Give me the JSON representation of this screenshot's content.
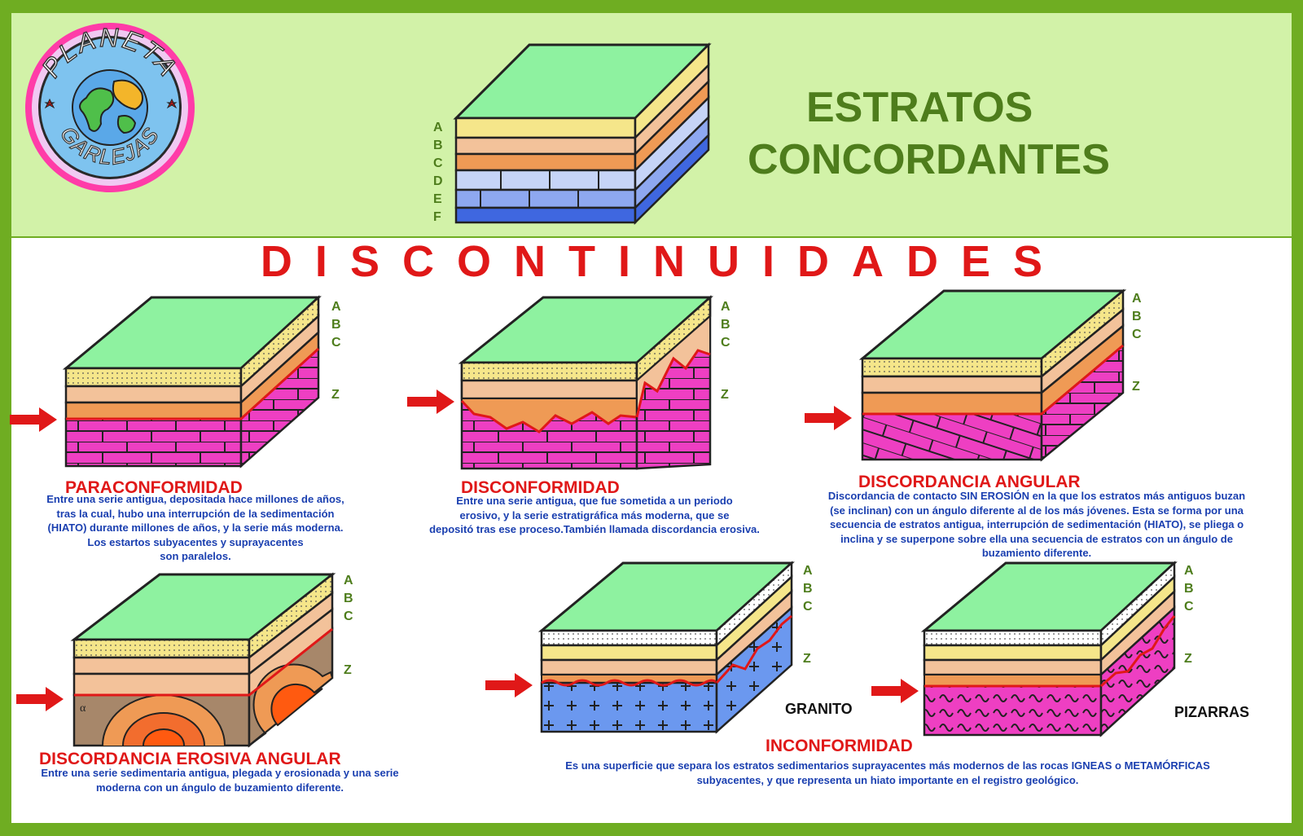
{
  "logo": {
    "top_text": "PLANETA",
    "bottom_text": "GARLEJAS"
  },
  "header": {
    "title_line1": "ESTRATOS",
    "title_line2": "CONCORDANTES"
  },
  "concordant_labels": [
    "A",
    "B",
    "C",
    "D",
    "E",
    "F"
  ],
  "section_title_letters": [
    "D",
    "I",
    "S",
    "C",
    "O",
    "N",
    "T",
    "I",
    "N",
    "U",
    "I",
    "D",
    "A",
    "D",
    "E",
    "S"
  ],
  "strata_labels": [
    "A",
    "B",
    "C",
    "Z"
  ],
  "paraconformidad": {
    "title": "PARACONFORMIDAD",
    "description": [
      "Entre una serie antigua, depositada hace millones de años,",
      "tras la cual, hubo una interrupción de la sedimentación",
      "(HIATO) durante millones de años, y la serie más moderna.",
      "Los estartos subyacentes y suprayacentes",
      "son paralelos."
    ]
  },
  "disconformidad": {
    "title": "DISCONFORMIDAD",
    "description": [
      "Entre una serie antigua, que fue sometida a un periodo",
      "erosivo, y la serie estratigráfica más moderna, que se",
      "depositó tras ese proceso.También llamada discordancia erosiva."
    ]
  },
  "discordancia_angular": {
    "title": "DISCORDANCIA ANGULAR",
    "description": [
      "Discordancia de contacto SIN EROSIÓN en la que los estratos más antiguos buzan",
      "(se inclinan) con un ángulo diferente al de los más jóvenes. Esta se forma por una",
      "secuencia de estratos antigua, interrupción de sedimentación (HIATO), se pliega o",
      "inclina y se superpone sobre ella una secuencia de estratos con un ángulo de",
      "buzamiento diferente."
    ]
  },
  "discordancia_erosiva_angular": {
    "title": "DISCORDANCIA EROSIVA ANGULAR",
    "description": [
      "Entre una serie sedimentaria antigua, plegada y erosionada y una serie",
      "moderna con un ángulo de buzamiento diferente."
    ],
    "angle_symbol": "α"
  },
  "inconformidad": {
    "title": "INCONFORMIDAD",
    "description": [
      "Es una superficie que separa los estratos sedimentarios suprayacentes más modernos de las rocas IGNEAS o METAMÓRFICAS",
      "subyacentes, y que representa un hiato importante en el registro geológico."
    ],
    "granito_label": "GRANITO",
    "pizarras_label": "PIZARRAS"
  },
  "colors": {
    "frame_green": "#6fad22",
    "top_band": "#d2f2a8",
    "title_green": "#4e7d1c",
    "red": "#e01818",
    "blue_text": "#1a3fb0",
    "top_surface": "#8ef2a0",
    "yellow": "#f5e68a",
    "peach": "#f3c29a",
    "orange": "#ef9a55",
    "magenta": "#ee3fc2",
    "blue_rock": "#6b98ef"
  }
}
